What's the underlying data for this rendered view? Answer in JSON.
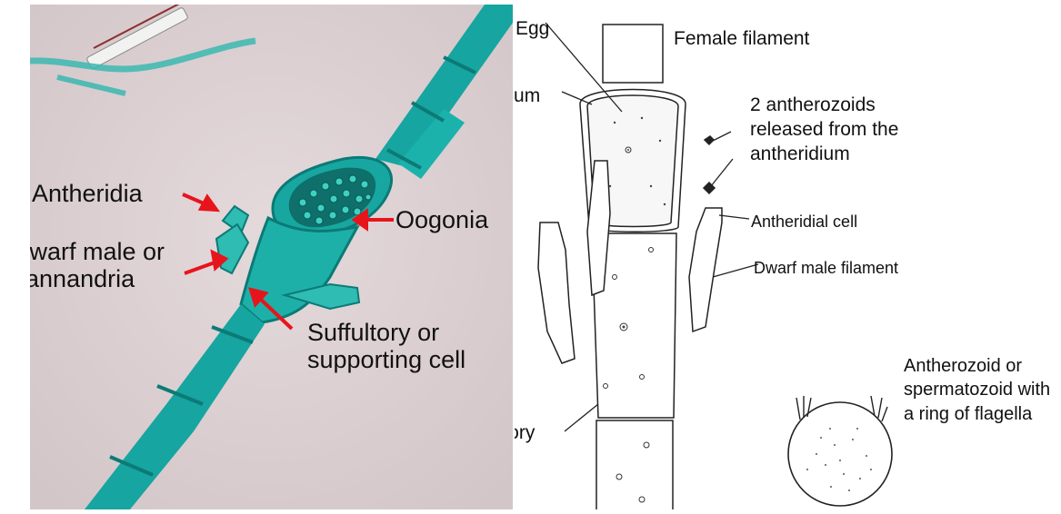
{
  "photo": {
    "labels": {
      "antheridia": "Antheridia",
      "dwarf_male": "Dwarf male or nannandria",
      "oogonia": "Oogonia",
      "suffultory": "Suffultory or supporting cell"
    }
  },
  "drawing": {
    "labels": {
      "egg": "Egg",
      "female_filament": "Female filament",
      "oogonium": "oogonium",
      "antherozoids_released": "2 antherozoids released from the antheridium",
      "antheridial_cell": "Antheridial cell",
      "dwarf_male_filament": "Dwarf male filament",
      "suffultory_cell": "Suffultory cell"
    }
  },
  "inset": {
    "label": "Antherozoid or spermatozoid with a ring of flagella"
  },
  "colors": {
    "filament_teal": "#16a5a0",
    "filament_dark": "#0c7a76",
    "arrow_red": "#e8141c",
    "photo_background": "#d9cdd0"
  }
}
